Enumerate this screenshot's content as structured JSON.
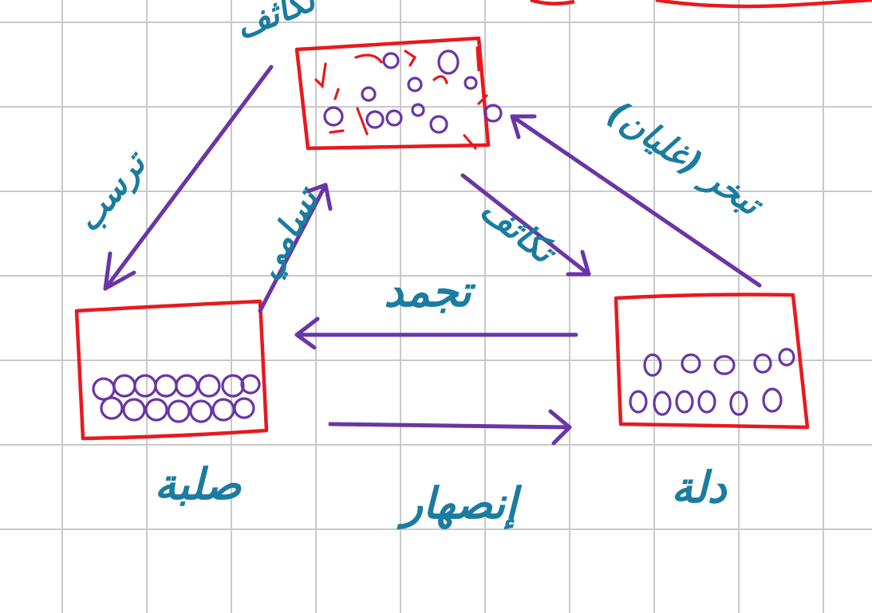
{
  "colors": {
    "grid": "#c9c9c9",
    "box_outline": "#e8191e",
    "arrow": "#6a35a6",
    "handwriting": "#1a7ca0",
    "particles": "#6a35a6"
  },
  "states": {
    "solid": "صلبة",
    "liquid": "دلة",
    "gas": ""
  },
  "processes": {
    "melting": "إنصهار",
    "freezing": "تجمد",
    "evaporation": "تبخر (غليان)",
    "condensation": "تكاثف",
    "sublimation": "تسامي",
    "deposition": "ترسب",
    "top_fragment": "تكاثف",
    "left_diagonal": "تكاثف"
  }
}
